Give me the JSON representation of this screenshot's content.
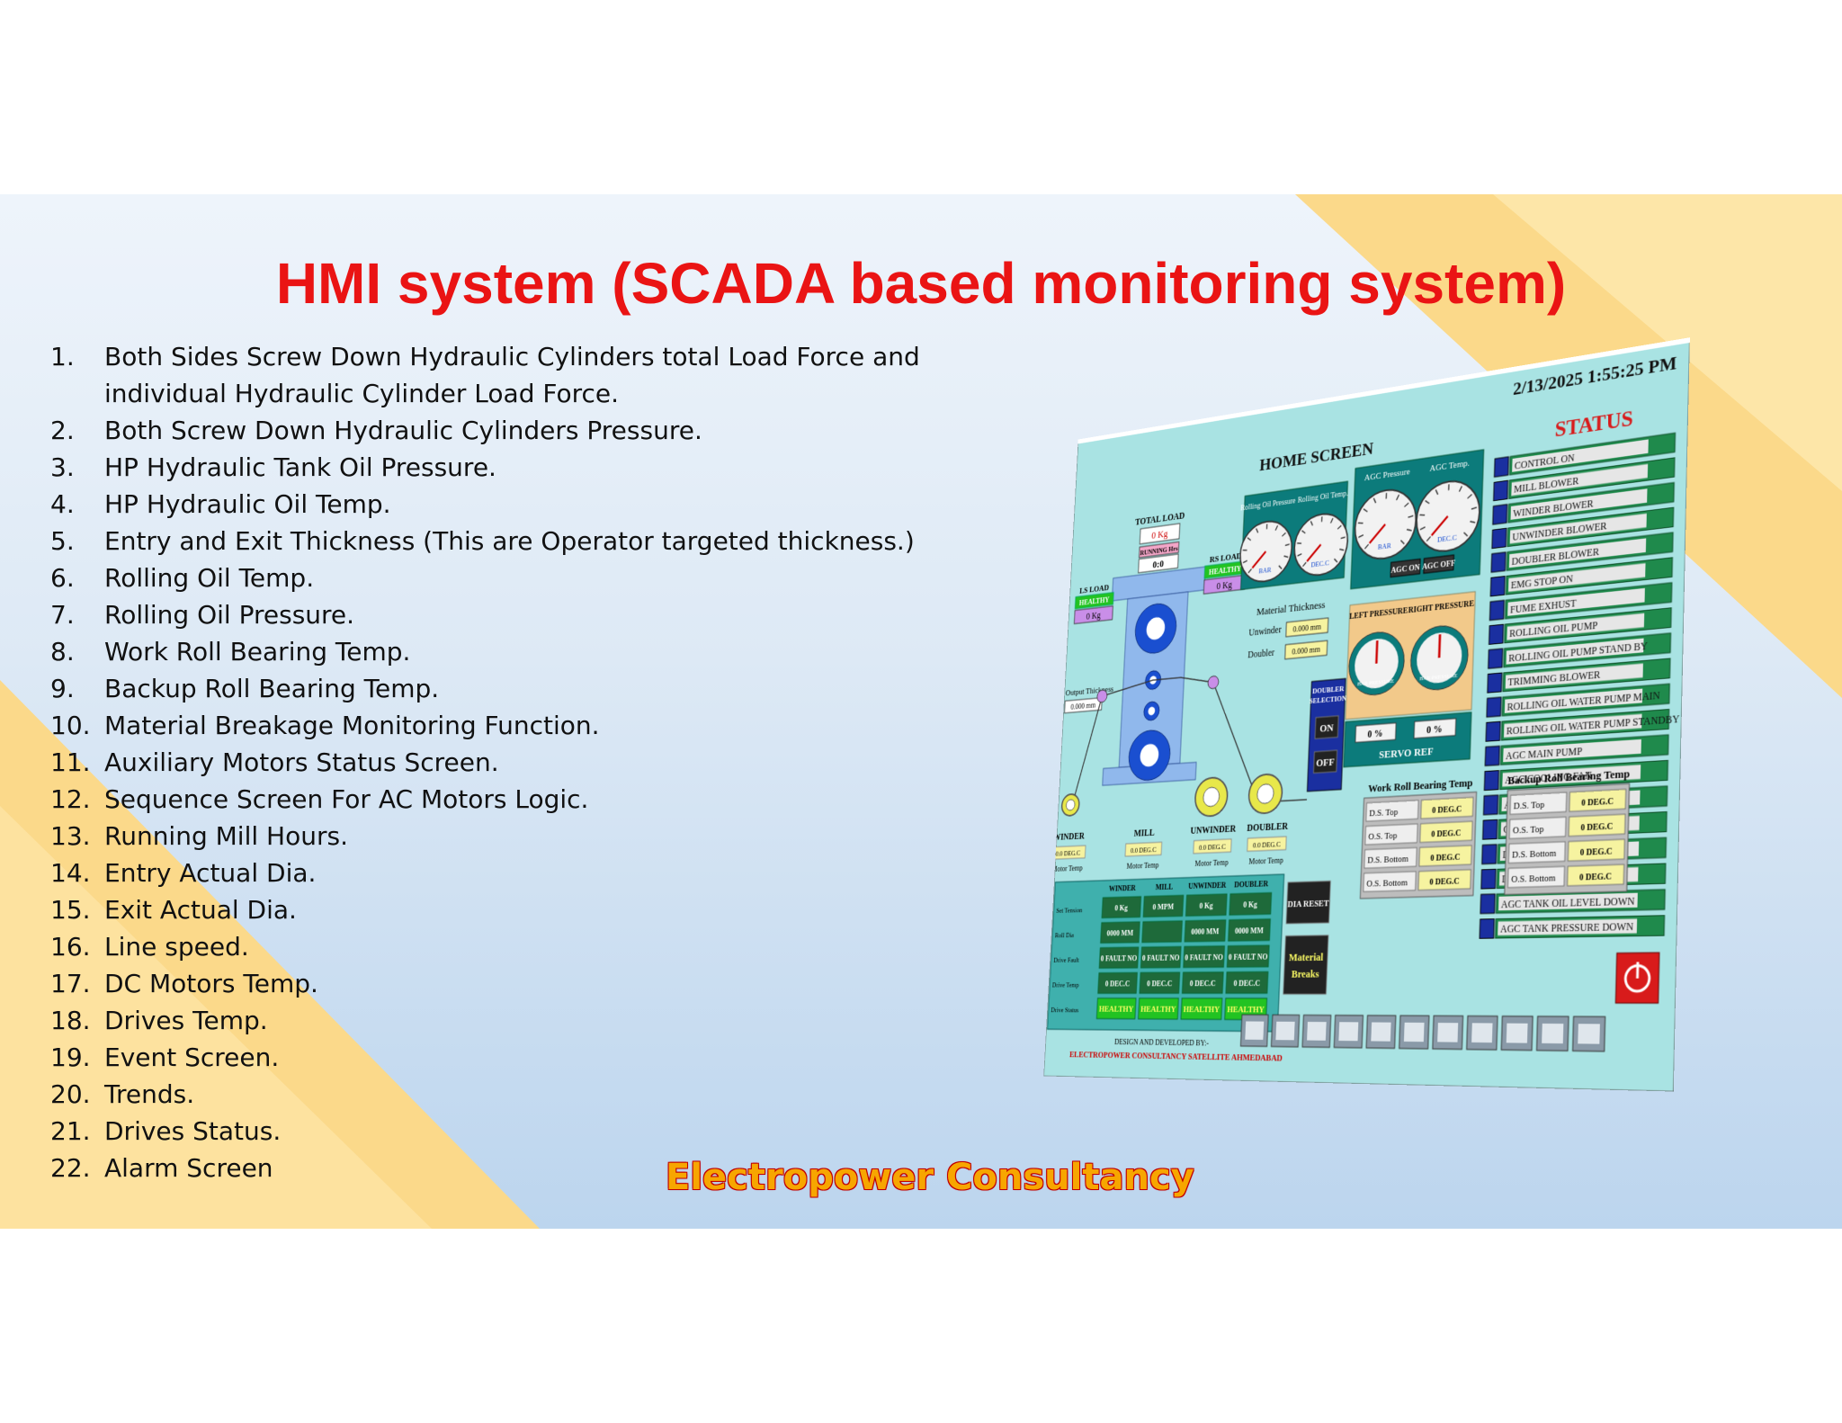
{
  "title": "HMI system (SCADA based monitoring system)",
  "features": [
    {
      "num": "1.",
      "text": "Both Sides Screw Down Hydraulic Cylinders total Load Force and individual Hydraulic Cylinder Load Force."
    },
    {
      "num": "2.",
      "text": "Both Screw Down Hydraulic Cylinders Pressure."
    },
    {
      "num": "3.",
      "text": "HP Hydraulic Tank Oil Pressure."
    },
    {
      "num": "4.",
      "text": "HP Hydraulic Oil Temp."
    },
    {
      "num": "5.",
      "text": "Entry and Exit Thickness (This are Operator targeted thickness.)"
    },
    {
      "num": "6.",
      "text": "Rolling Oil Temp."
    },
    {
      "num": "7.",
      "text": "Rolling Oil Pressure."
    },
    {
      "num": "8.",
      "text": "Work Roll Bearing Temp."
    },
    {
      "num": "9.",
      "text": "Backup Roll Bearing Temp."
    },
    {
      "num": "10.",
      "text": "Material Breakage Monitoring Function."
    },
    {
      "num": "11.",
      "text": "Auxiliary Motors Status Screen."
    },
    {
      "num": "12.",
      "text": "Sequence Screen For AC Motors Logic."
    },
    {
      "num": "13.",
      "text": "Running Mill Hours."
    },
    {
      "num": "14.",
      "text": "Entry Actual Dia."
    },
    {
      "num": "15.",
      "text": "Exit Actual Dia."
    },
    {
      "num": "16.",
      "text": "Line speed."
    },
    {
      "num": "17.",
      "text": "DC Motors Temp."
    },
    {
      "num": "18.",
      "text": "Drives Temp."
    },
    {
      "num": "19.",
      "text": "Event Screen."
    },
    {
      "num": "20.",
      "text": "Trends."
    },
    {
      "num": "21.",
      "text": "Drives Status."
    },
    {
      "num": "22.",
      "text": "Alarm Screen"
    }
  ],
  "brand": "Electropower Consultancy",
  "hmi": {
    "datetime": "2/13/2025 1:55:25 PM",
    "home_screen": "HOME SCREEN",
    "total_load_label": "TOTAL LOAD",
    "total_load_value": "0 Kg",
    "running_hrs_label": "RUNNING Hrs",
    "running_hrs_value": "0:0",
    "ls_load_label": "LS LOAD",
    "ls_status": "HEALTHY",
    "ls_value": "0 Kg",
    "rs_load_label": "RS LOAD",
    "rs_status": "HEALTHY",
    "rs_value": "0 Kg",
    "output_thickness_label": "Output Thickness",
    "output_thickness_value": "0.000 mm",
    "rolling_oil_pressure_label": "Rolling Oil Pressure",
    "rolling_oil_temp_label": "Rolling Oil Temp.",
    "agc_pressure_label": "AGC Pressure",
    "agc_temp_label": "AGC Temp.",
    "unit_bar": "BAR",
    "unit_degc": "DEC.C",
    "agc_on": "AGC ON",
    "agc_off": "AGC OFF",
    "material_thickness_label": "Material Thickness",
    "unwinder_label": "Unwinder",
    "unwinder_value": "0.000 mm",
    "doubler_label": "Doubler",
    "doubler_value": "0.000 mm",
    "left_pressure_label": "LEFT PRESSURE",
    "right_pressure_label": "RIGHT PRESSURE",
    "gauge_pressure_unit": "BAR PRESSURE",
    "doubler_selection_label": "DOUBLER SELECTION",
    "on_label": "ON",
    "off_label": "OFF",
    "servo_left": "0 %",
    "servo_right": "0 %",
    "servo_ref_label": "SERVO REF",
    "winder_label": "WINDER",
    "mill_label": "MILL",
    "unwinder_motor_label": "UNWINDER",
    "doubler_motor_label": "DOUBLER",
    "motor_temp_value": "0.0 DEG.C",
    "motor_temp_label": "Motor Temp",
    "drive_table": {
      "headers": [
        "WINDER",
        "MILL",
        "UNWINDER",
        "DOUBLER"
      ],
      "row_labels": [
        "Set Tension",
        "Roll Dia",
        "Drive Fault",
        "Drive Temp",
        "Drive Status"
      ],
      "rows": [
        [
          "0 Kg",
          "0 MPM",
          "0 Kg",
          "0 Kg"
        ],
        [
          "0000 MM",
          "",
          "0000 MM",
          "0000 MM"
        ],
        [
          "0 FAULT NO",
          "0 FAULT NO",
          "0 FAULT NO",
          "0 FAULT NO"
        ],
        [
          "0 DEC.C",
          "0 DEC.C",
          "0 DEC.C",
          "0 DEC.C"
        ],
        [
          "HEALTHY",
          "HEALTHY",
          "HEALTHY",
          "HEALTHY"
        ]
      ]
    },
    "dia_reset": "DIA RESET",
    "material_breaks": "Material Breaks",
    "designed_by": "DESIGN AND DEVELOPED BY:-",
    "designer": "ELECTROPOWER CONSULTANCY SATELLITE AHMEDABAD",
    "status_title": "STATUS",
    "status_items": [
      "CONTROL ON",
      "MILL BLOWER",
      "WINDER BLOWER",
      "UNWINDER BLOWER",
      "DOUBLER BLOWER",
      "EMG STOP ON",
      "FUME EXHUST",
      "ROLLING OIL PUMP",
      "ROLLING OIL PUMP STAND BY",
      "TRIMMING BLOWER",
      "ROLLING OIL WATER PUMP MAIN",
      "ROLLING OIL WATER PUMP STANDBY",
      "AGC MAIN PUMP",
      "AGC COOLING FAN",
      "AUX HYD POWER PACK",
      "COILER BREAK ON",
      "DECOILER BREAK ON",
      "DOUBLER BREAK ON",
      "AGC TANK OIL LEVEL DOWN",
      "AGC TANK PRESSURE DOWN"
    ],
    "work_roll_title": "Work Roll Bearing Temp",
    "backup_roll_title": "Backup Roll Bearing Temp",
    "bearing_labels": [
      "D.S. Top",
      "O.S. Top",
      "D.S. Bottom",
      "O.S. Bottom"
    ],
    "bearing_value": "0 DEG.C"
  },
  "colors": {
    "title": "#ea1414",
    "screen_bg": "#a9e3e3",
    "panel_teal": "#0c7b7b",
    "status_green": "#1f8a4c",
    "healthy_green": "#22c322"
  }
}
